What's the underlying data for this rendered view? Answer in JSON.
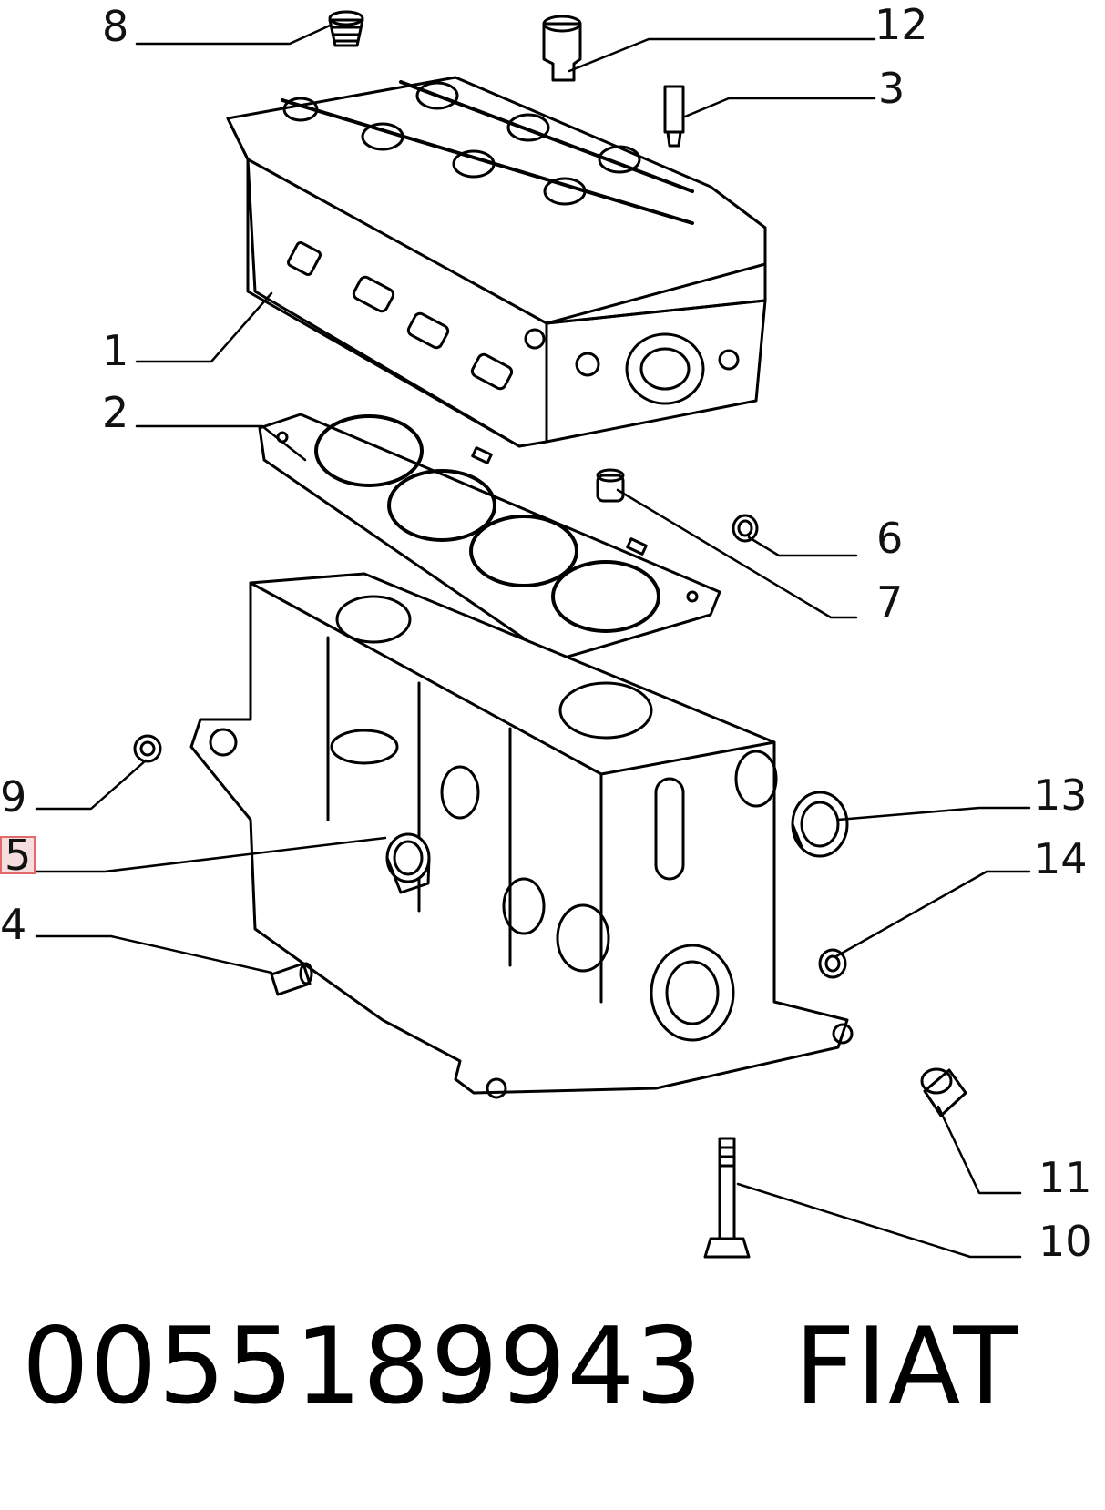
{
  "callouts": {
    "c1": "1",
    "c2": "2",
    "c3": "3",
    "c4": "4",
    "c5": "5",
    "c6": "6",
    "c7": "7",
    "c8": "8",
    "c9": "9",
    "c10": "10",
    "c11": "11",
    "c12": "12",
    "c13": "13",
    "c14": "14"
  },
  "footer": {
    "part_number": "0055189943",
    "brand": "FIAT"
  },
  "highlight_color": "#e06a6a"
}
